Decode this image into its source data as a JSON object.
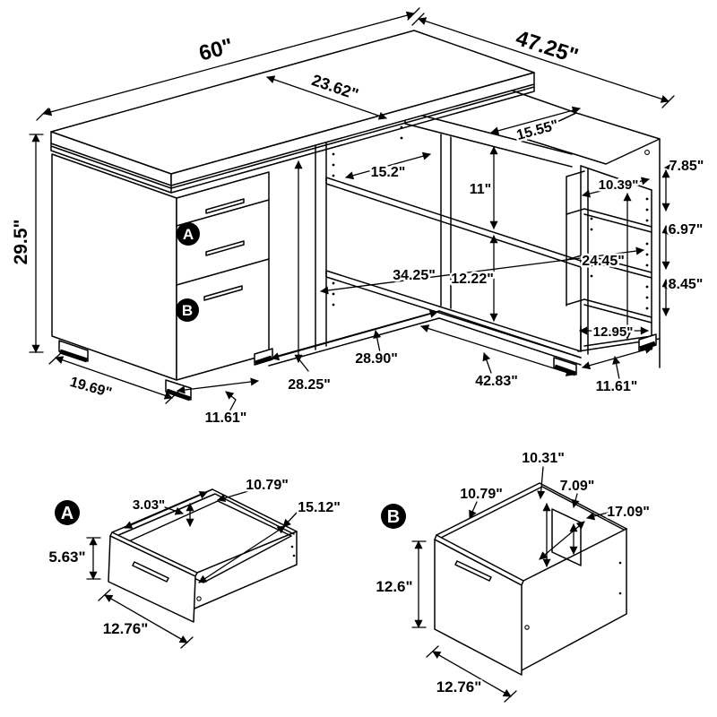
{
  "colors": {
    "background": "#ffffff",
    "line": "#000000",
    "badge_background": "#000000",
    "badge_text": "#ffffff"
  },
  "main_view": {
    "badge_a": "A",
    "badge_b": "B",
    "dims": {
      "top_length": "60\"",
      "right_length": "47.25\"",
      "top_depth": "23.62\"",
      "wing_width": "15.55\"",
      "shelf_depth": "15.2\"",
      "shelf_gap_upper": "11\"",
      "shelf_gap_lower": "12.22\"",
      "bottom_shelf_length": "34.25\"",
      "overall_height": "29.5\"",
      "pedestal_depth": "19.69\"",
      "pedestal_base": "11.61\"",
      "knee_height": "28.25\"",
      "knee_span": "28.90\"",
      "right_base_length": "42.83\"",
      "unit_base": "11.61\"",
      "cubby1_height": "7.85\"",
      "cubby_depth": "10.39\"",
      "cubby2_height": "6.97\"",
      "unit_inner_height": "24.45\"",
      "cubby3_height": "8.45\"",
      "cubby_width": "12.95\""
    }
  },
  "drawer_a": {
    "badge": "A",
    "dims": {
      "front_height": "5.63\"",
      "front_width": "12.76\"",
      "lip_height": "3.03\"",
      "inner_width": "10.79\"",
      "inner_depth": "15.12\""
    }
  },
  "drawer_b": {
    "badge": "B",
    "dims": {
      "front_height": "12.6\"",
      "front_width": "12.76\"",
      "inner_depth": "10.31\"",
      "inner_width": "10.79\"",
      "divider_height": "7.09\"",
      "inner_diagonal": "17.09\""
    }
  }
}
